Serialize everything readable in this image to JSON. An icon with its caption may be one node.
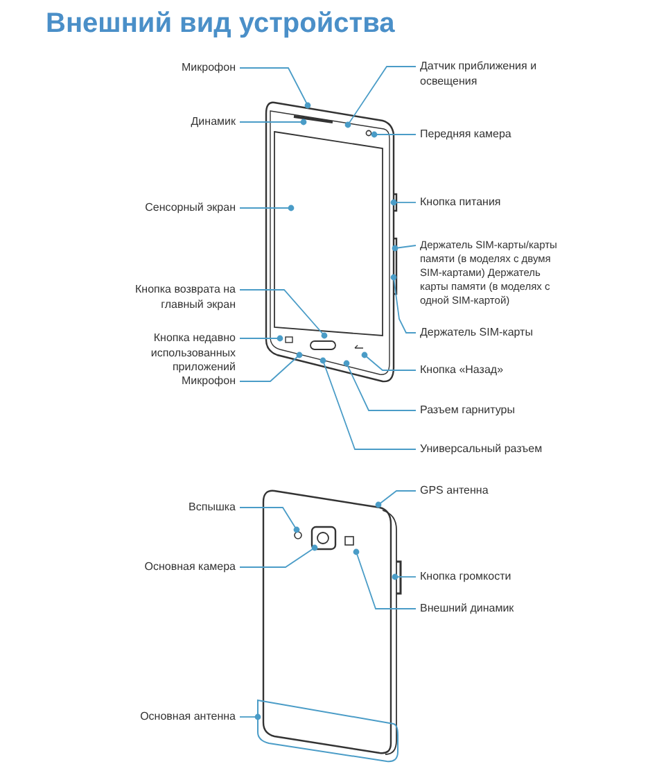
{
  "diagram": {
    "title": "Внешний вид устройства",
    "nodes": [
      {
        "text": [
          "Микрофон"
        ]
      },
      {
        "text": [
          "Датчик приближения и освещения"
        ]
      },
      {
        "text": [
          "Динамик"
        ]
      },
      {
        "text": [
          "Передняя камера"
        ]
      },
      {
        "text": [
          "Сенсорный экран"
        ]
      },
      {
        "text": [
          "Кнопка питания"
        ]
      },
      {
        "text": [
          "Держатель SIM-карты/карты памяти (в моделях с двумя SIM-картами) Держатель карты памяти (в моделях с одной SIM-картой)"
        ]
      },
      {
        "text": [
          "Кнопка возврата на главный экран"
        ]
      },
      {
        "text": [
          "Держатель SIM-карты"
        ]
      },
      {
        "text": [
          "Кнопка недавно использованных приложений"
        ]
      },
      {
        "text": [
          "Кнопка «Назад»"
        ]
      },
      {
        "text": [
          "Микрофон"
        ]
      },
      {
        "text": [
          "Разъем гарнитуры"
        ]
      },
      {
        "text": [
          "Универсальный разъем"
        ]
      },
      {
        "text": [
          "GPS антенна"
        ]
      },
      {
        "text": [
          "Вспышка"
        ]
      },
      {
        "text": [
          "Основная камера"
        ]
      },
      {
        "text": [
          "Кнопка громкости"
        ]
      },
      {
        "text": [
          "Внешний динамик"
        ]
      },
      {
        "text": [
          "Основная антенна"
        ]
      },
      {
        "text": [],
        "shape": "picture"
      },
      {
        "text": [],
        "shape": "picture"
      }
    ],
    "edges": [
      {
        "from": 0,
        "to": 20,
        "arrow": "other"
      },
      {
        "from": 1,
        "to": 20,
        "arrow": "other"
      },
      {
        "from": 2,
        "to": 20,
        "arrow": "other"
      },
      {
        "from": 3,
        "to": 20,
        "arrow": "other"
      },
      {
        "from": 4,
        "to": 20,
        "arrow": "other"
      },
      {
        "from": 5,
        "to": 20,
        "arrow": "other"
      },
      {
        "from": 6,
        "to": 20,
        "arrow": "other"
      },
      {
        "from": 7,
        "to": 20,
        "arrow": "other"
      },
      {
        "from": 8,
        "to": 20,
        "arrow": "other"
      },
      {
        "from": 9,
        "to": 20,
        "arrow": "other"
      },
      {
        "from": 10,
        "to": 20,
        "arrow": "other"
      },
      {
        "from": 11,
        "to": 20,
        "arrow": "other"
      },
      {
        "from": 12,
        "to": 20,
        "arrow": "other"
      },
      {
        "from": 13,
        "to": 20,
        "arrow": "other"
      },
      {
        "from": 14,
        "to": 21,
        "arrow": "other"
      },
      {
        "from": 15,
        "to": 21,
        "arrow": "other"
      },
      {
        "from": 16,
        "to": 21,
        "arrow": "other"
      },
      {
        "from": 17,
        "to": 21,
        "arrow": "other"
      },
      {
        "from": 18,
        "to": 21,
        "arrow": "other"
      },
      {
        "from": 19,
        "to": 21,
        "arrow": "other"
      }
    ]
  }
}
